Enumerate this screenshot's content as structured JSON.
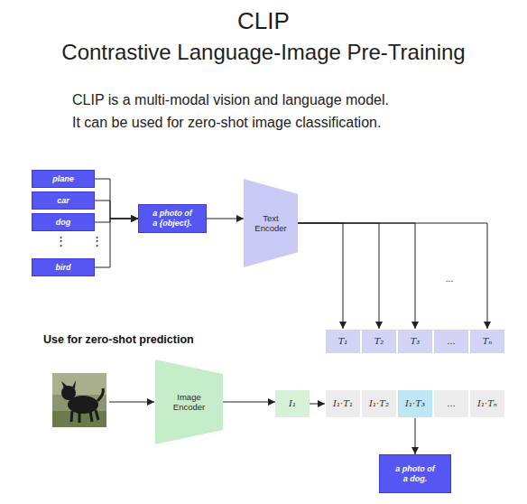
{
  "diagram": {
    "title": "CLIP",
    "nodes": [
      {
        "text": [
          "plane"
        ]
      },
      {
        "text": [
          "car"
        ]
      },
      {
        "text": [
          "dog"
        ]
      },
      {
        "text": [
          "bird"
        ]
      },
      {
        "text": [
          "a photo of a {object}."
        ]
      },
      {
        "text": [
          "Text Encoder"
        ]
      },
      {
        "text": [
          "T₁"
        ]
      },
      {
        "text": [
          "T₂"
        ]
      },
      {
        "text": [
          "T₃"
        ]
      },
      {
        "text": [
          "..."
        ]
      },
      {
        "text": [
          "Tₙ"
        ]
      },
      {
        "text": [
          "Image Encoder"
        ]
      },
      {
        "text": [
          "I₁"
        ]
      },
      {
        "text": [
          "I₁·T₁"
        ]
      },
      {
        "text": [
          "I₁·T₂"
        ]
      },
      {
        "text": [
          "I₁·T₃"
        ]
      },
      {
        "text": [
          "..."
        ]
      },
      {
        "text": [
          "I₁·Tₙ"
        ]
      },
      {
        "text": [
          "a photo of a dog."
        ]
      }
    ],
    "edges": [
      {
        "from": 0,
        "to": 4,
        "arrow": "to"
      },
      {
        "from": 1,
        "to": 4,
        "arrow": "to"
      },
      {
        "from": 2,
        "to": 4,
        "arrow": "to"
      },
      {
        "from": 3,
        "to": 4,
        "arrow": "to"
      },
      {
        "from": 4,
        "to": 5,
        "arrow": "to"
      },
      {
        "from": 5,
        "to": 6,
        "arrow": "to"
      },
      {
        "from": 5,
        "to": 7,
        "arrow": "to"
      },
      {
        "from": 5,
        "to": 8,
        "arrow": "to"
      },
      {
        "from": 5,
        "to": 10,
        "arrow": "to"
      },
      {
        "from": 11,
        "to": 12,
        "arrow": "to"
      },
      {
        "from": 12,
        "to": 13,
        "arrow": "to"
      },
      {
        "from": 15,
        "to": 18,
        "arrow": "to"
      }
    ],
    "labels": [
      "Contrastive Language-Image Pre-Training",
      "CLIP is a multi-modal vision and language model.",
      "It can be used for zero-shot image classification.",
      "⋮",
      "⋮",
      "...",
      "Use for zero-shot prediction"
    ]
  }
}
